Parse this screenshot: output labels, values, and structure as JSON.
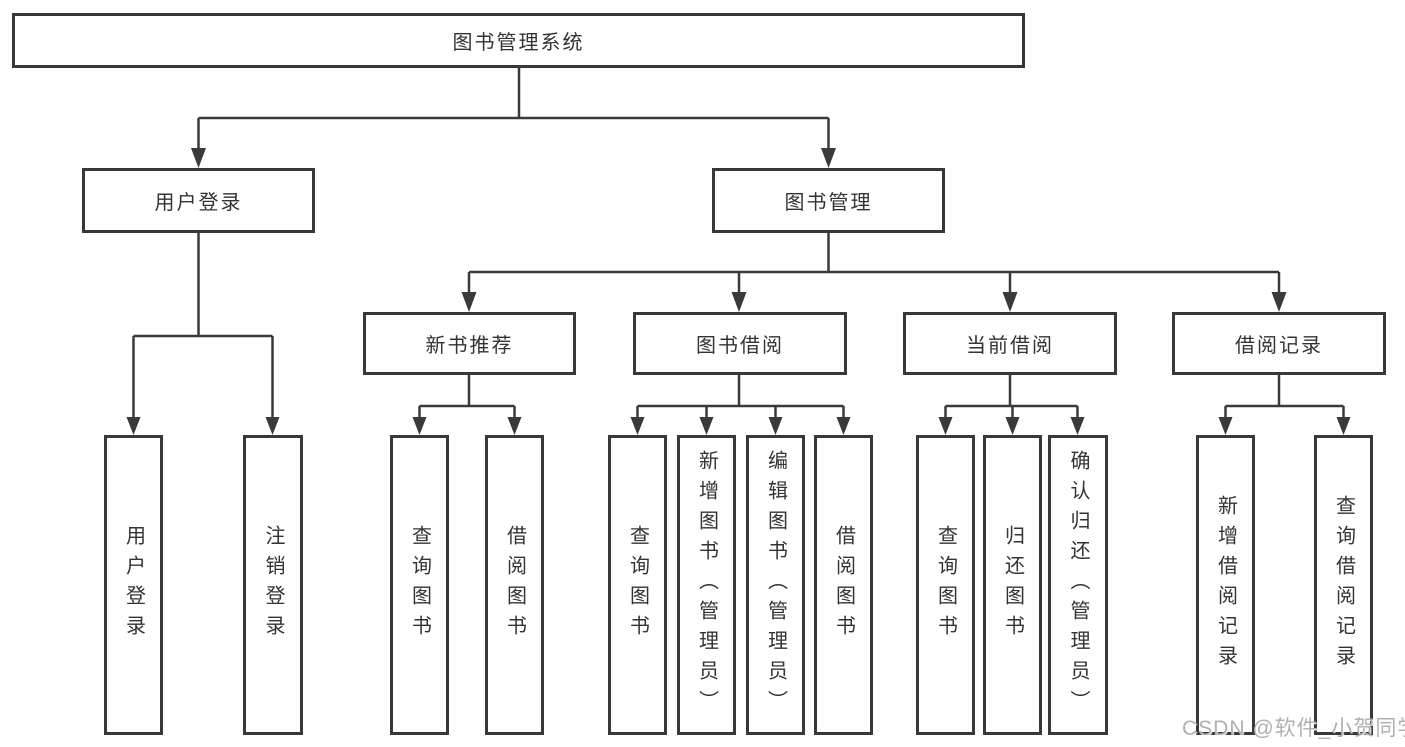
{
  "diagram": {
    "title": "图书管理系统",
    "root": {
      "label": "图书管理系统"
    },
    "branches": [
      {
        "label": "用户登录",
        "leaves": [
          {
            "label": "用户登录"
          },
          {
            "label": "注销登录"
          }
        ]
      },
      {
        "label": "图书管理",
        "groups": [
          {
            "label": "新书推荐",
            "leaves": [
              {
                "label": "查询图书"
              },
              {
                "label": "借阅图书"
              }
            ]
          },
          {
            "label": "图书借阅",
            "leaves": [
              {
                "label": "查询图书"
              },
              {
                "label": "新增图书（管理员）"
              },
              {
                "label": "编辑图书（管理员）"
              },
              {
                "label": "借阅图书"
              }
            ]
          },
          {
            "label": "当前借阅",
            "leaves": [
              {
                "label": "查询图书"
              },
              {
                "label": "归还图书"
              },
              {
                "label": "确认归还（管理员）"
              }
            ]
          },
          {
            "label": "借阅记录",
            "leaves": [
              {
                "label": "新增借阅记录"
              },
              {
                "label": "查询借阅记录"
              }
            ]
          }
        ]
      }
    ]
  },
  "watermark": {
    "text": "CSDN @软件_小贺同学",
    "color": "#b0b0b0"
  },
  "colors": {
    "background": "#ffffff",
    "box_border": "#383838",
    "line": "#3a3a3a",
    "text": "#333333"
  }
}
